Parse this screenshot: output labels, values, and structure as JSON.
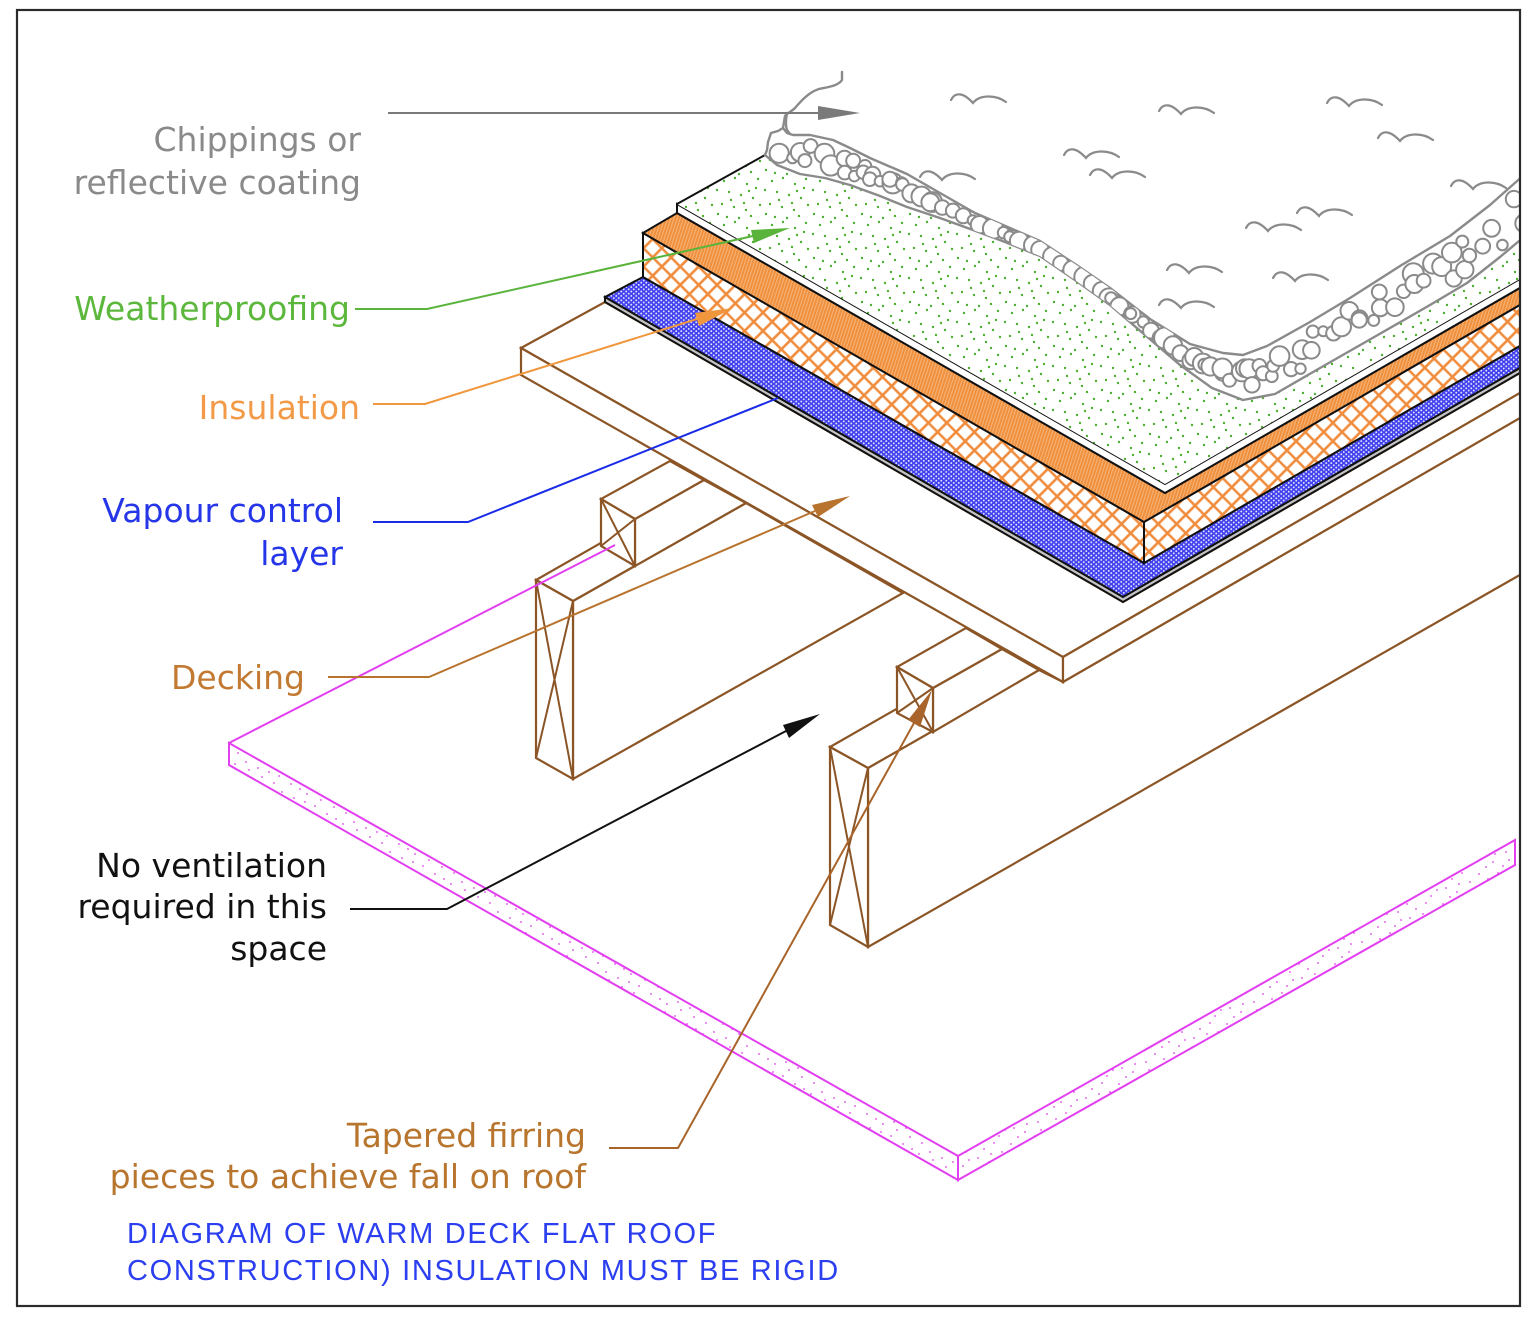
{
  "labels": {
    "chippings": {
      "lines": [
        "Chippings or",
        "reflective coating"
      ],
      "color": "#8a8a8a",
      "leader_color": "#7a7a7a"
    },
    "weatherproofing": {
      "lines": [
        "Weatherproofing"
      ],
      "color": "#5cb83c",
      "leader_color": "#5ab43c"
    },
    "insulation": {
      "lines": [
        "Insulation"
      ],
      "color": "#f29a48",
      "leader_color": "#f0963c"
    },
    "vapour_control_layer": {
      "lines": [
        "Vapour control",
        "layer"
      ],
      "color": "#2536e8",
      "leader_color": "#1a2de6"
    },
    "decking": {
      "lines": [
        "Decking"
      ],
      "color": "#c27a32",
      "leader_color": "#b8732e"
    },
    "no_ventilation": {
      "lines": [
        "No ventilation",
        "required in this",
        "space"
      ],
      "color": "#111111",
      "leader_color": "#111111"
    },
    "tapered_firring": {
      "lines": [
        "Tapered firring",
        "pieces to achieve fall on roof"
      ],
      "color": "#b8752e",
      "leader_color": "#a8642a"
    }
  },
  "caption": {
    "lines": [
      "DIAGRAM OF WARM DECK FLAT ROOF",
      "CONSTRUCTION) INSULATION MUST BE RIGID"
    ],
    "color": "#2b3ff0"
  },
  "palette": {
    "frame": "#2b2b2b",
    "layer_outline": "#111111",
    "chippings": "#8a8a8a",
    "weatherproofing_stipple": "#4caf30",
    "insulation_hatch": "#f08c3c",
    "insulation_top": "#f0903c",
    "vapour_control_layer": "#4040ee",
    "timber": "#8b5526",
    "ceiling_board": "#e23ff0"
  }
}
